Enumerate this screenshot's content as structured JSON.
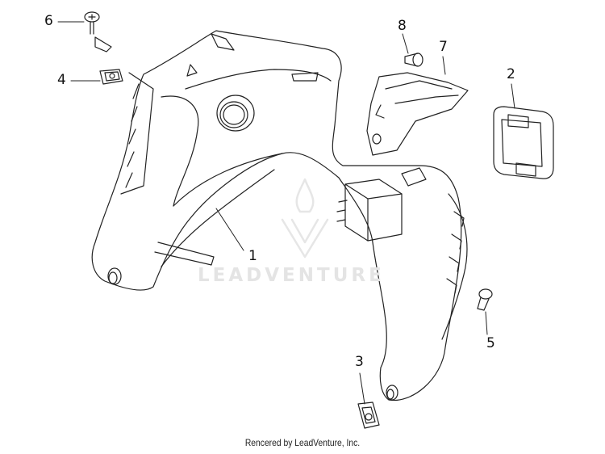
{
  "callouts": [
    {
      "label": "1"
    },
    {
      "label": "2"
    },
    {
      "label": "3"
    },
    {
      "label": "4"
    },
    {
      "label": "5"
    },
    {
      "label": "6"
    },
    {
      "label": "7"
    },
    {
      "label": "8"
    }
  ],
  "watermark": "LEADVENTURE",
  "footer": "Rencered by LeadVenture, Inc."
}
